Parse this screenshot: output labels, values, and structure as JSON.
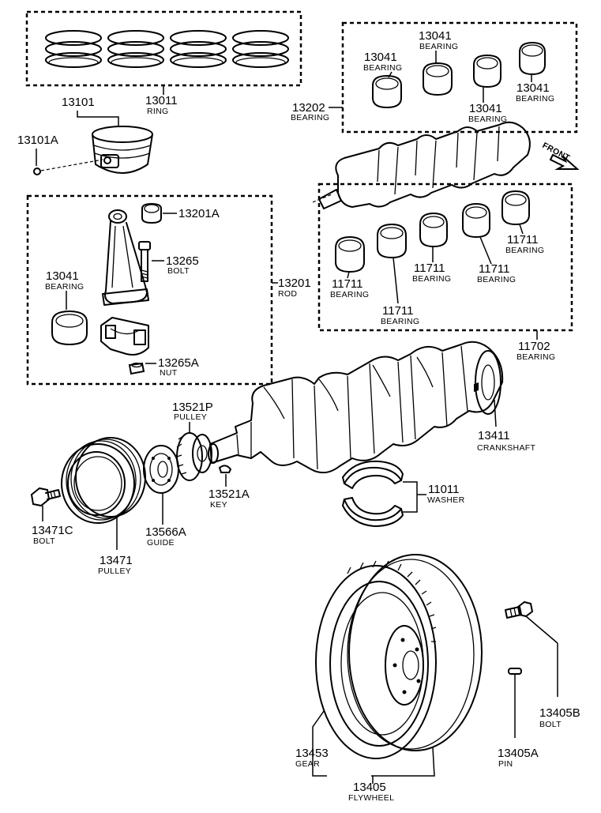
{
  "callouts": {
    "c13011": {
      "number": "13011",
      "label": "RING"
    },
    "c13101": {
      "number": "13101"
    },
    "c13101A": {
      "number": "13101A"
    },
    "c13041_a": {
      "number": "13041",
      "label": "BEARING"
    },
    "c13041_b": {
      "number": "13041",
      "label": "BEARING"
    },
    "c13041_c": {
      "number": "13041",
      "label": "BEARING"
    },
    "c13041_d": {
      "number": "13041",
      "label": "BEARING"
    },
    "c13202": {
      "number": "13202",
      "label": "BEARING"
    },
    "c13201A": {
      "number": "13201A"
    },
    "c13265": {
      "number": "13265",
      "label": "BOLT"
    },
    "c13041_rod": {
      "number": "13041",
      "label": "BEARING"
    },
    "c13201": {
      "number": "13201",
      "label": "ROD"
    },
    "c13265A": {
      "number": "13265A",
      "label": "NUT"
    },
    "c11711_a": {
      "number": "11711",
      "label": "BEARING"
    },
    "c11711_b": {
      "number": "11711",
      "label": "BEARING"
    },
    "c11711_c": {
      "number": "11711",
      "label": "BEARING"
    },
    "c11711_d": {
      "number": "11711",
      "label": "BEARING"
    },
    "c11711_e": {
      "number": "11711",
      "label": "BEARING"
    },
    "c11702": {
      "number": "11702",
      "label": "BEARING"
    },
    "c13521P": {
      "number": "13521P",
      "label": "PULLEY"
    },
    "c13411": {
      "number": "13411",
      "label": "CRANKSHAFT"
    },
    "c13521A": {
      "number": "13521A",
      "label": "KEY"
    },
    "c11011": {
      "number": "11011",
      "label": "WASHER"
    },
    "c13471C": {
      "number": "13471C",
      "label": "BOLT"
    },
    "c13566A": {
      "number": "13566A",
      "label": "GUIDE"
    },
    "c13471": {
      "number": "13471",
      "label": "PULLEY"
    },
    "c13405B": {
      "number": "13405B",
      "label": "BOLT"
    },
    "c13453": {
      "number": "13453",
      "label": "GEAR"
    },
    "c13405A": {
      "number": "13405A",
      "label": "PIN"
    },
    "c13405": {
      "number": "13405",
      "label": "FLYWHEEL"
    }
  },
  "front_marker": {
    "text": "FRONT"
  }
}
